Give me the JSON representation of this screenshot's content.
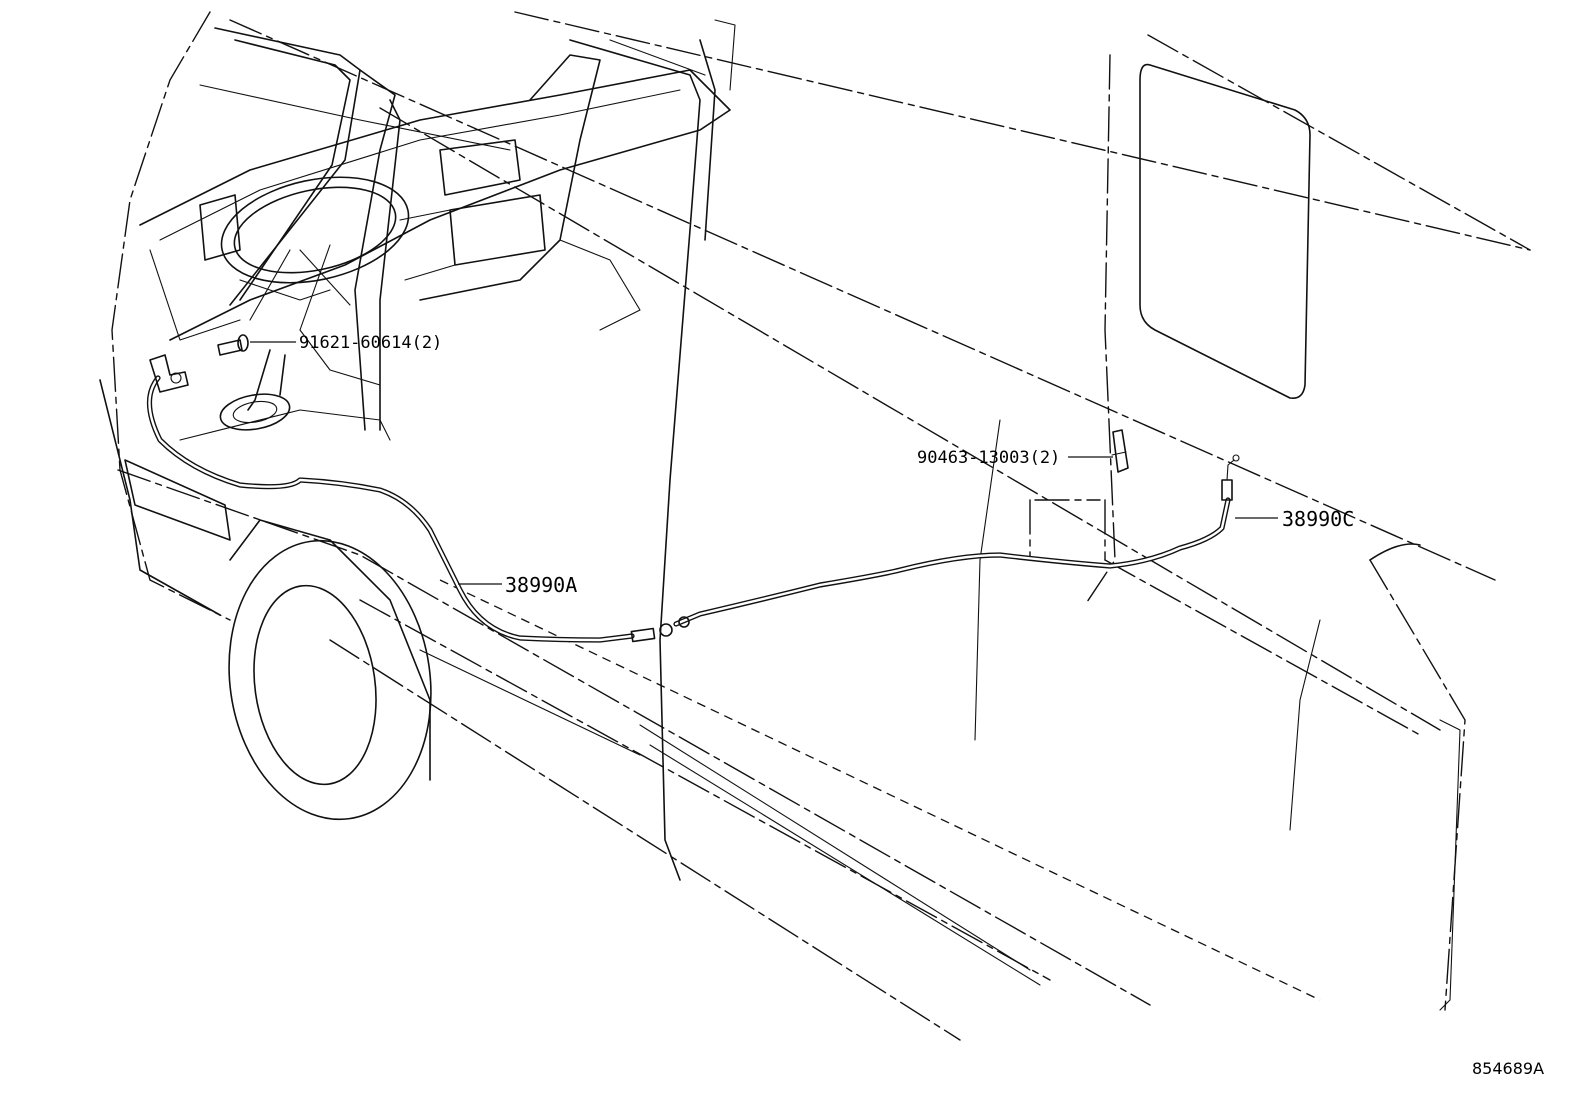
{
  "labels": {
    "bolt": "91621-60614(2)",
    "clamp": "90463-13003(2)",
    "cable_front": "38990A",
    "cable_rear": "38990C"
  },
  "diagram_code": "854689A"
}
